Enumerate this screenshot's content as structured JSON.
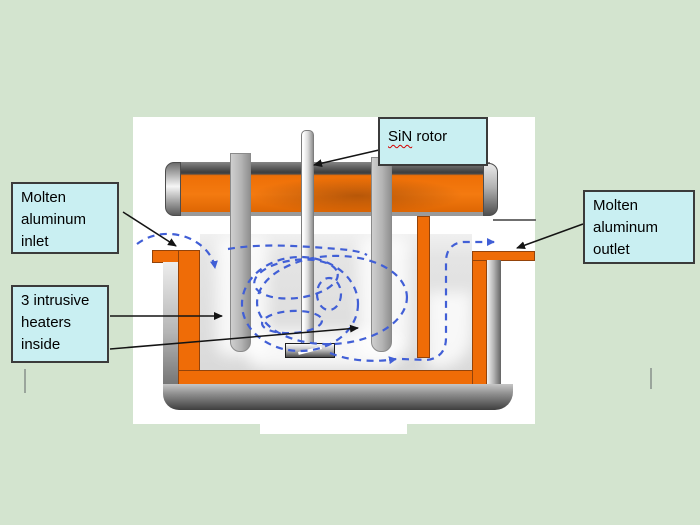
{
  "slide": {
    "type": "process-diagram",
    "subject": "molten aluminum furnace with SiN rotor and intrusive heaters"
  },
  "labels": {
    "inlet": {
      "lines": [
        "Molten",
        "aluminum",
        "inlet"
      ]
    },
    "rotor": {
      "word": "SiN",
      "rest": " rotor"
    },
    "outlet": {
      "lines": [
        "Molten",
        "aluminum",
        "outlet"
      ]
    },
    "heaters": {
      "lines": [
        "3 intrusive",
        "heaters",
        "inside"
      ]
    }
  },
  "palette": {
    "background_green": "#d3e4cf",
    "canvas_white": "#ffffff",
    "label_fill": "#c9eff2",
    "label_border": "#3b3b3b",
    "furnace_orange": "#ef6c07",
    "shell_gray": "#8f8f8f",
    "melt_gray": "#e2e2e2",
    "rod_gray": "#b3b3b3",
    "flow_blue": "#415fd6",
    "annotation_black": "#141414",
    "spellcheck_red": "#d40000"
  }
}
